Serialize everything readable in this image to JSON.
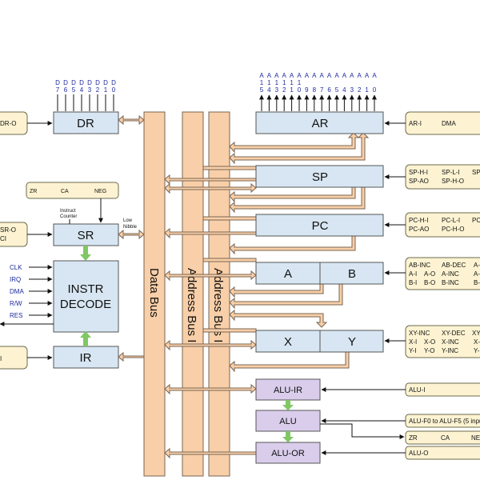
{
  "registers": {
    "dr": "DR",
    "ar": "AR",
    "sp": "SP",
    "pc": "PC",
    "a": "A",
    "b": "B",
    "x": "X",
    "y": "Y",
    "sr": "SR",
    "ir": "IR",
    "instr_decode_line1": "INSTR",
    "instr_decode_line2": "DECODE",
    "alu_ir": "ALU-IR",
    "alu": "ALU",
    "alu_or": "ALU-OR"
  },
  "buses": {
    "data_bus": "Data Bus",
    "address_bus_1": "Address Bus I",
    "address_bus_2": "Address Bus II"
  },
  "pins": {
    "data_top": [
      "D",
      "D",
      "D",
      "D",
      "D",
      "D",
      "D",
      "D"
    ],
    "data_bottom": [
      "7",
      "6",
      "5",
      "4",
      "3",
      "2",
      "1",
      "0"
    ],
    "addr_top": [
      "A",
      "A",
      "A",
      "A",
      "A",
      "A",
      "A",
      "A",
      "A",
      "A",
      "A",
      "A",
      "A",
      "A",
      "A",
      "A"
    ],
    "addr_mid": [
      "1",
      "1",
      "1",
      "1",
      "1",
      "1",
      "",
      "",
      "",
      "",
      "",
      "",
      "",
      "",
      "",
      ""
    ],
    "addr_bottom": [
      "5",
      "4",
      "3",
      "2",
      "1",
      "0",
      "9",
      "8",
      "7",
      "6",
      "5",
      "4",
      "3",
      "2",
      "1",
      "0"
    ]
  },
  "flags_box": [
    "ZR",
    "CA",
    "NEG"
  ],
  "labels": {
    "instruct_counter_1": "Instruct",
    "instruct_counter_2": "Counter",
    "low_nibble_1": "Low",
    "low_nibble_2": "Nibble"
  },
  "decode_inputs": [
    "CLK",
    "IRQ",
    "DMA",
    "R/W",
    "RES"
  ],
  "left_controls": {
    "dr": "DR-O",
    "sr_1": "SR-O",
    "sr_2": "CI",
    "ir": "I"
  },
  "right_controls": {
    "ar": [
      "AR-I",
      "DMA"
    ],
    "sp_row1": [
      "SP-H-I",
      "SP-L-I",
      "SP"
    ],
    "sp_row2": [
      "SP-AO",
      "SP-H-O"
    ],
    "pc_row1": [
      "PC-H-I",
      "PC-L-I",
      "PC"
    ],
    "pc_row2": [
      "PC-AO",
      "PC-H-O"
    ],
    "ab_row1": [
      "AB-INC",
      "AB-DEC",
      "A-"
    ],
    "ab_row2": [
      "A-I",
      "A-O",
      "A-INC",
      "A-"
    ],
    "ab_row3": [
      "B-I",
      "B-O",
      "B-INC",
      "B-"
    ],
    "xy_row1": [
      "XY-INC",
      "XY-DEC",
      "XY"
    ],
    "xy_row2": [
      "X-I",
      "X-O",
      "X-INC",
      "X-"
    ],
    "xy_row3": [
      "Y-I",
      "Y-O",
      "Y-INC",
      "Y-"
    ],
    "alu_i": "ALU-I",
    "alu_f": "ALU-F0 to ALU-F5 (5 inpu",
    "alu_flags": [
      "ZR",
      "CA",
      "NE"
    ],
    "alu_o": "ALU-O"
  },
  "colors": {
    "register": "#d7e6f2",
    "alu": "#d9cdeb",
    "bus": "#f8cfa8",
    "control": "#fdf3d2",
    "pin_text": "#1d2a9e",
    "connector": "#7fc864"
  }
}
